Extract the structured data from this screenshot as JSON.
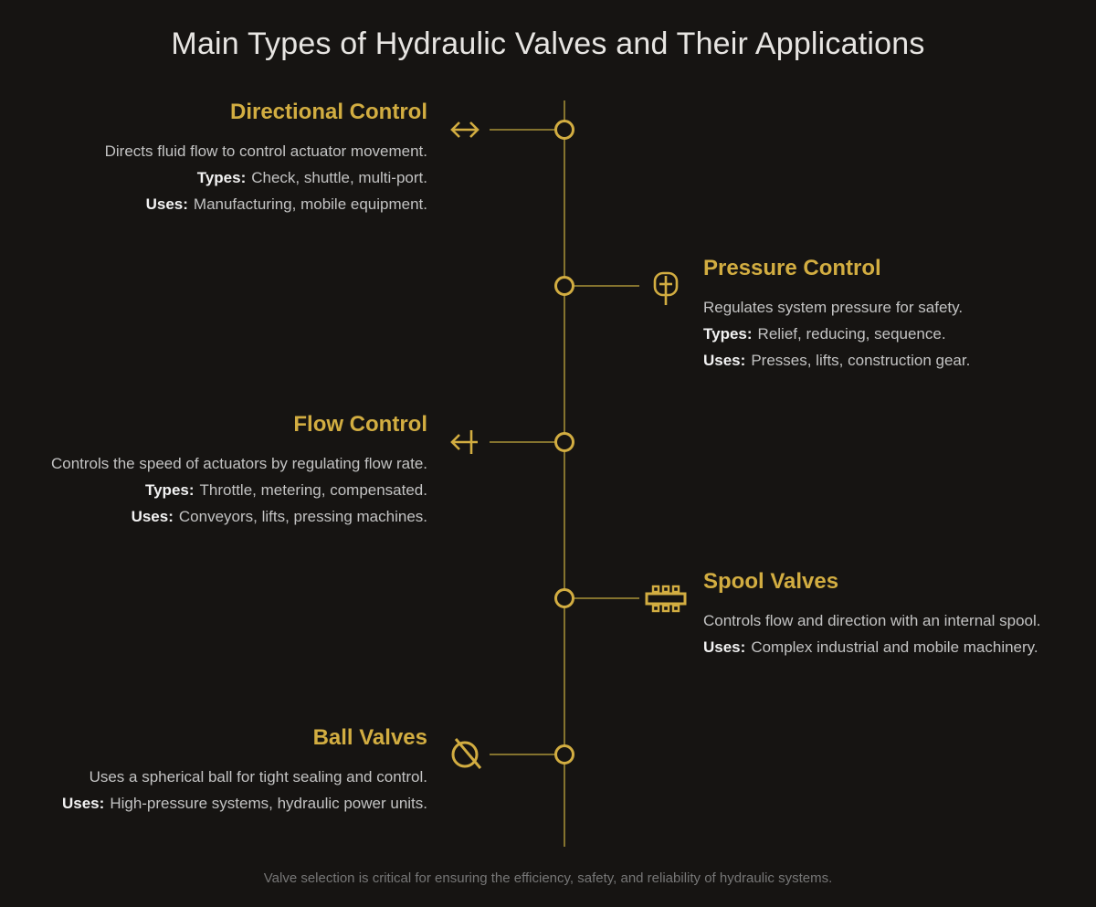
{
  "title": "Main Types of Hydraulic Valves and Their Applications",
  "footer": "Valve selection is critical for ensuring the efficiency, safety, and reliability of hydraulic systems.",
  "colors": {
    "background": "#161412",
    "accent": "#d2ad41",
    "line": "#84732e",
    "body_text": "#c3c3c3",
    "label_text": "#f2f2f2",
    "title_text": "#e7e5e2",
    "footer_text": "#767676"
  },
  "timeline": {
    "items": [
      {
        "name": "directional-control",
        "side": "left",
        "icon": "double-headed-arrow-icon",
        "heading": "Directional Control",
        "lines": [
          {
            "label": "",
            "text": "Directs fluid flow to control actuator movement."
          },
          {
            "label": "Types:",
            "text": "Check, shuttle, multi-port."
          },
          {
            "label": "Uses:",
            "text": "Manufacturing, mobile equipment."
          }
        ]
      },
      {
        "name": "pressure-control",
        "side": "right",
        "icon": "pressure-gauge-icon",
        "heading": "Pressure Control",
        "lines": [
          {
            "label": "",
            "text": "Regulates system pressure for safety."
          },
          {
            "label": "Types:",
            "text": "Relief, reducing, sequence."
          },
          {
            "label": "Uses:",
            "text": "Presses, lifts, construction gear."
          }
        ]
      },
      {
        "name": "flow-control",
        "side": "left",
        "icon": "left-arrow-with-bar-icon",
        "heading": "Flow Control",
        "lines": [
          {
            "label": "",
            "text": "Controls the speed of actuators by regulating flow rate."
          },
          {
            "label": "Types:",
            "text": "Throttle, metering, compensated."
          },
          {
            "label": "Uses:",
            "text": "Conveyors, lifts, pressing machines."
          }
        ]
      },
      {
        "name": "spool-valves",
        "side": "right",
        "icon": "spool-icon",
        "heading": "Spool Valves",
        "lines": [
          {
            "label": "",
            "text": "Controls flow and direction with an internal spool."
          },
          {
            "label": "Uses:",
            "text": "Complex industrial and mobile machinery."
          }
        ]
      },
      {
        "name": "ball-valves",
        "side": "left",
        "icon": "crossed-circle-icon",
        "heading": "Ball Valves",
        "lines": [
          {
            "label": "",
            "text": "Uses a spherical ball for tight sealing and control."
          },
          {
            "label": "Uses:",
            "text": "High-pressure systems, hydraulic power units."
          }
        ]
      }
    ]
  }
}
